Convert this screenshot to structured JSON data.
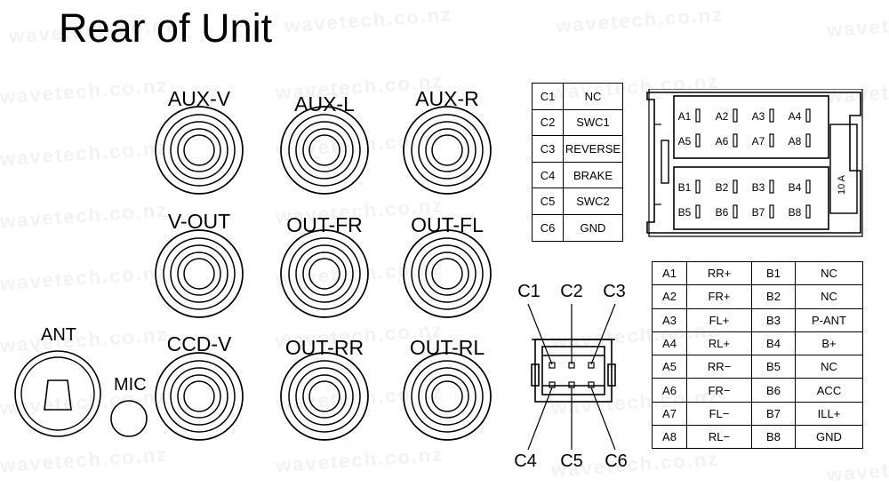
{
  "title": "Rear of Unit",
  "watermark": "wavetech.co.nz",
  "jacks": [
    {
      "label": "AUX-V"
    },
    {
      "label": "AUX-L"
    },
    {
      "label": "AUX-R"
    },
    {
      "label": "V-OUT"
    },
    {
      "label": "OUT-FR"
    },
    {
      "label": "OUT-FL"
    },
    {
      "label": "CCD-V"
    },
    {
      "label": "OUT-RR"
    },
    {
      "label": "OUT-RL"
    }
  ],
  "antenna_label": "ANT",
  "mic_label": "MIC",
  "c_connector": {
    "rows": [
      {
        "pin": "C1",
        "func": "NC"
      },
      {
        "pin": "C2",
        "func": "SWC1"
      },
      {
        "pin": "C3",
        "func": "REVERSE"
      },
      {
        "pin": "C4",
        "func": "BRAKE"
      },
      {
        "pin": "C5",
        "func": "SWC2"
      },
      {
        "pin": "C6",
        "func": "GND"
      }
    ],
    "top_labels": [
      "C1",
      "C2",
      "C3"
    ],
    "bottom_labels": [
      "C4",
      "C5",
      "C6"
    ]
  },
  "iso_connector": {
    "a_pins": [
      "A1",
      "A2",
      "A3",
      "A4",
      "A5",
      "A6",
      "A7",
      "A8"
    ],
    "b_pins": [
      "B1",
      "B2",
      "B3",
      "B4",
      "B5",
      "B6",
      "B7",
      "B8"
    ],
    "fuse_label": "10 A"
  },
  "ab_table": {
    "rows": [
      {
        "a": "A1",
        "af": "RR+",
        "b": "B1",
        "bf": "NC"
      },
      {
        "a": "A2",
        "af": "FR+",
        "b": "B2",
        "bf": "NC"
      },
      {
        "a": "A3",
        "af": "FL+",
        "b": "B3",
        "bf": "P-ANT"
      },
      {
        "a": "A4",
        "af": "RL+",
        "b": "B4",
        "bf": "B+"
      },
      {
        "a": "A5",
        "af": "RR−",
        "b": "B5",
        "bf": "NC"
      },
      {
        "a": "A6",
        "af": "FR−",
        "b": "B6",
        "bf": "ACC"
      },
      {
        "a": "A7",
        "af": "FL−",
        "b": "B7",
        "bf": "ILL+"
      },
      {
        "a": "A8",
        "af": "RL−",
        "b": "B8",
        "bf": "GND"
      }
    ]
  }
}
